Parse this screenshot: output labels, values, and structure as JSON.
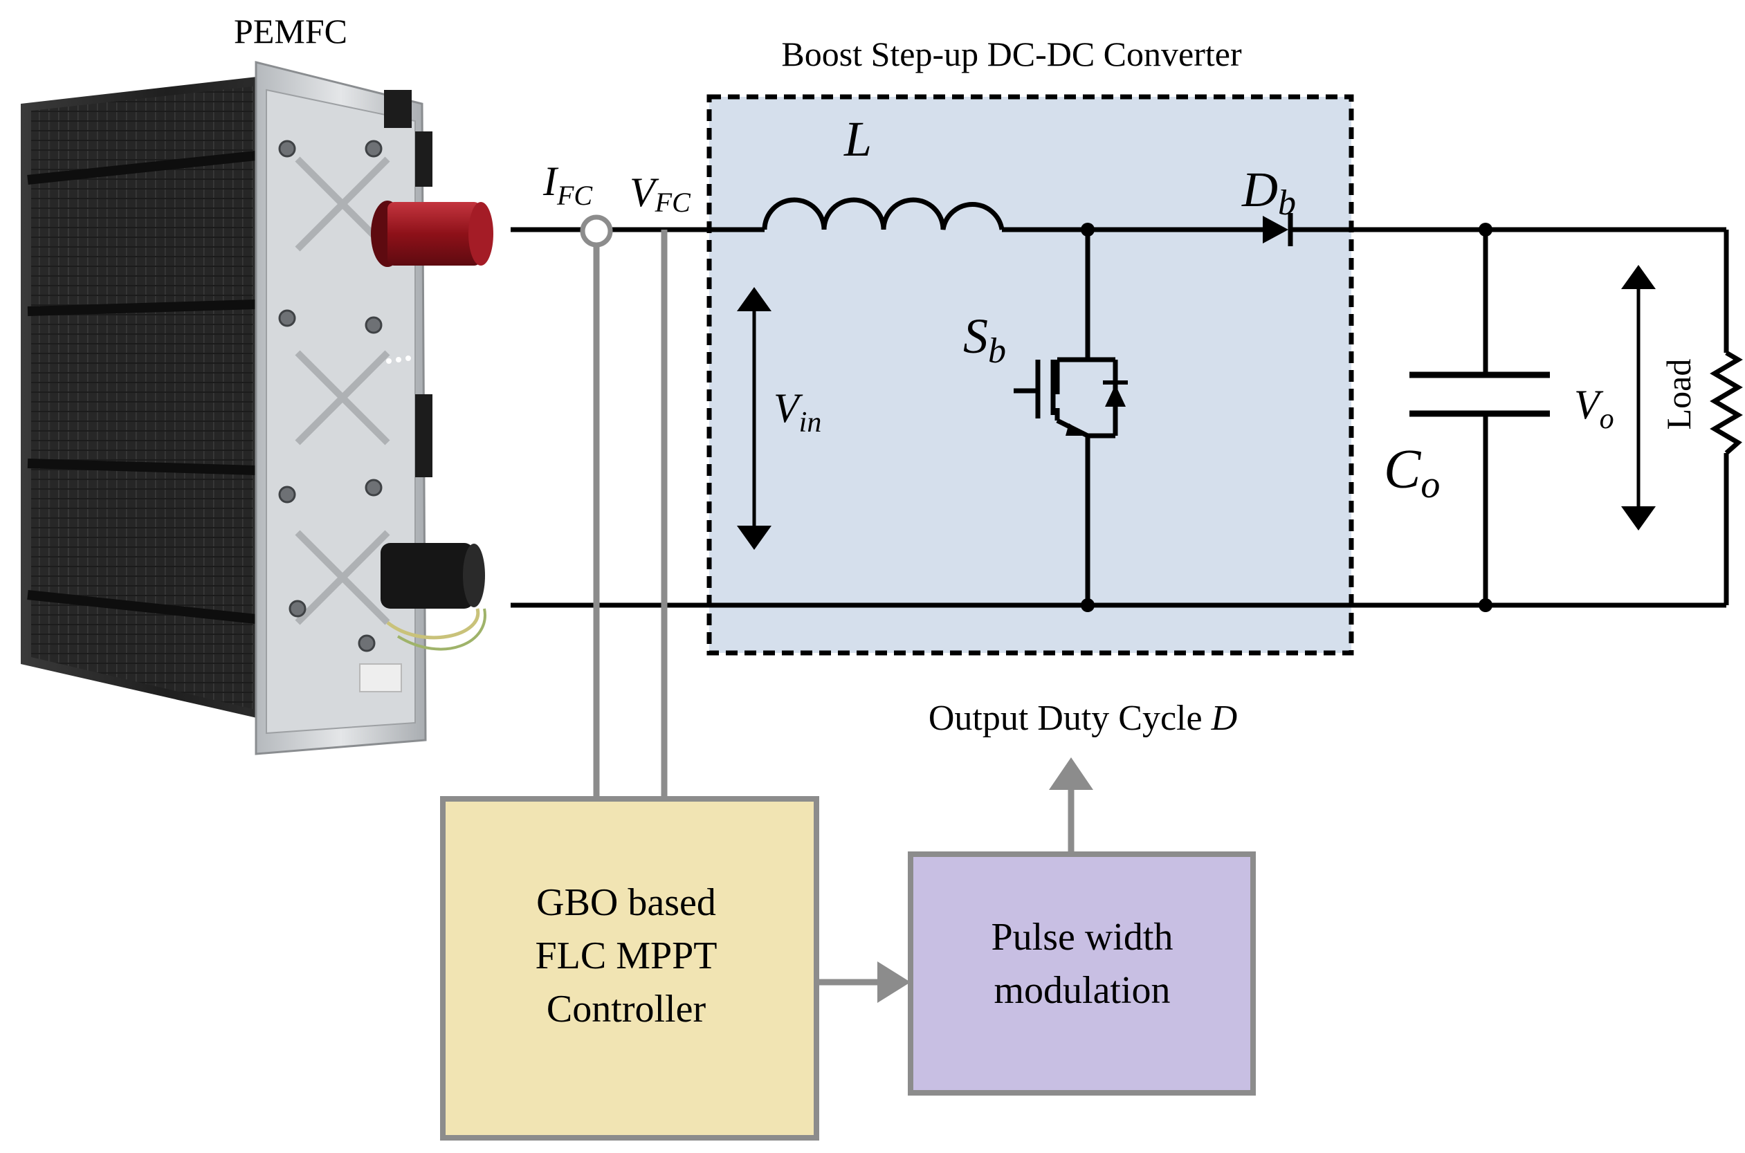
{
  "labels": {
    "pemfc": "PEMFC",
    "converter_title": "Boost Step-up DC-DC Converter",
    "inductor": "L",
    "diode_main": "D",
    "diode_sub": "b",
    "switch_main": "S",
    "switch_sub": "b",
    "cap_main": "C",
    "cap_sub": "o",
    "vin_main": "V",
    "vin_sub": "in",
    "vo_main": "V",
    "vo_sub": "o",
    "ifc_main": "I",
    "ifc_sub": "FC",
    "vfc_main": "V",
    "vfc_sub": "FC",
    "load": "Load",
    "duty_cycle_text": "Output Duty Cycle ",
    "duty_cycle_symbol": "D"
  },
  "blocks": {
    "controller_line1": "GBO based",
    "controller_line2": "FLC MPPT",
    "controller_line3": "Controller",
    "pwm_line1": "Pulse width",
    "pwm_line2": "modulation"
  },
  "colors": {
    "converter_fill": "#d5dfec",
    "controller_fill": "#f1e4b3",
    "pwm_fill": "#c8bfe3",
    "signal_gray": "#8c8c8c",
    "wire": "#000000"
  }
}
